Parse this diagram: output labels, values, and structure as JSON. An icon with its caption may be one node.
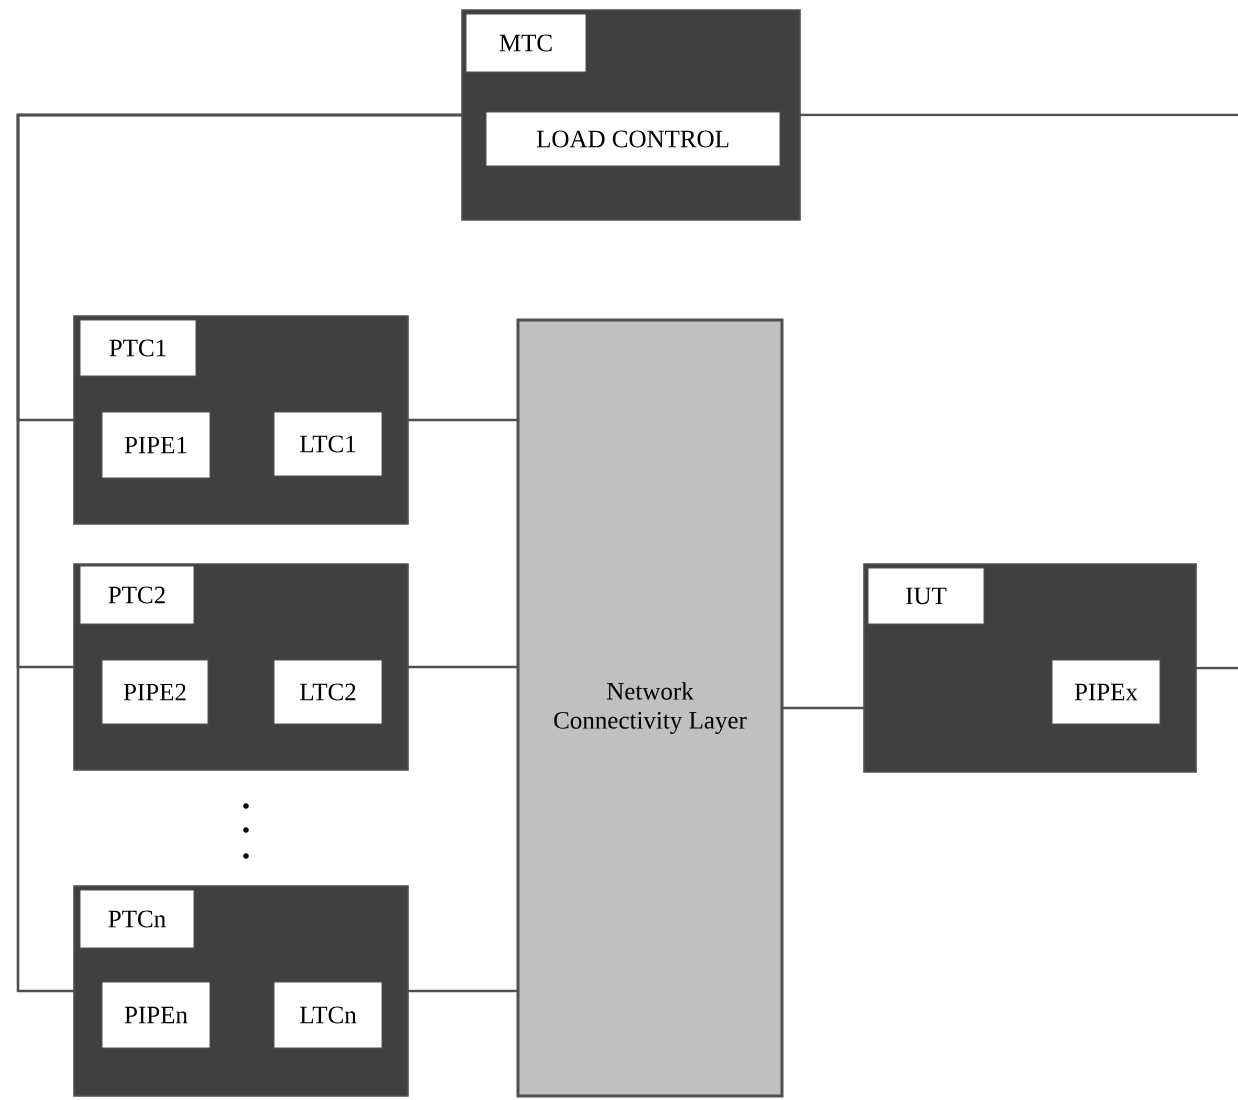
{
  "diagram": {
    "nodes": [
      {
        "text": [],
        "shape": "box"
      },
      {
        "text": [
          "MTC"
        ],
        "in": 0
      },
      {
        "text": [
          "LOAD CONTROL"
        ],
        "in": 0
      },
      {
        "text": [],
        "shape": "box"
      },
      {
        "text": [
          "PTC1"
        ],
        "in": 3
      },
      {
        "text": [
          "PIPE1"
        ],
        "in": 3
      },
      {
        "text": [
          "LTC1"
        ],
        "in": 3
      },
      {
        "text": [],
        "shape": "box"
      },
      {
        "text": [
          "PTC2"
        ],
        "in": 7
      },
      {
        "text": [
          "PIPE2"
        ],
        "in": 7
      },
      {
        "text": [
          "LTC2"
        ],
        "in": 7
      },
      {
        "text": [],
        "shape": "box"
      },
      {
        "text": [
          "PTCn"
        ],
        "in": 11
      },
      {
        "text": [
          "PIPEn"
        ],
        "in": 11
      },
      {
        "text": [
          "LTCn"
        ],
        "in": 11
      },
      {
        "text": [
          "Network Connectivity Layer"
        ]
      },
      {
        "text": [],
        "shape": "box"
      },
      {
        "text": [
          "IUT"
        ],
        "in": 16
      },
      {
        "text": [
          "PIPEx"
        ],
        "in": 16
      }
    ],
    "edges": [
      {
        "from": 0,
        "to": null,
        "arrow": "none"
      },
      {
        "from": 0,
        "to": 3,
        "arrow": "none"
      },
      {
        "from": 0,
        "to": 7,
        "arrow": "none"
      },
      {
        "from": 0,
        "to": 11,
        "arrow": "none"
      },
      {
        "from": 3,
        "to": 15,
        "arrow": "none"
      },
      {
        "from": 7,
        "to": 15,
        "arrow": "none"
      },
      {
        "from": 11,
        "to": 15,
        "arrow": "none"
      },
      {
        "from": 15,
        "to": 16,
        "arrow": "none"
      },
      {
        "from": 16,
        "to": null,
        "arrow": "none"
      }
    ]
  }
}
